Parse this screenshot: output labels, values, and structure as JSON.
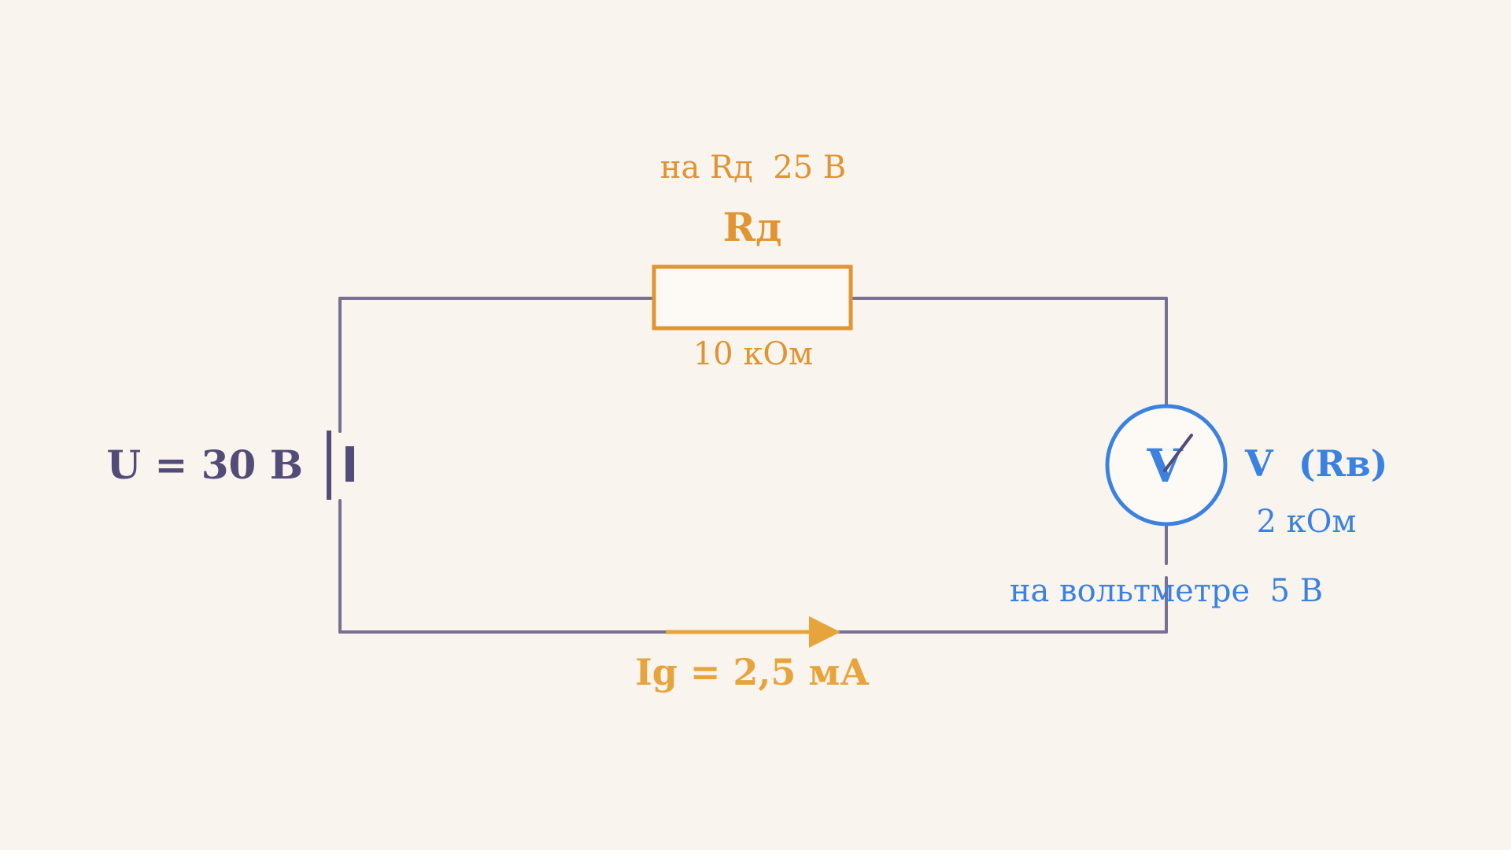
{
  "colors": {
    "background": "#faf4ee",
    "wire": "#767092",
    "battery": "#544c78",
    "resistor": "#e09432",
    "resistor_fill": "#fdf9f4",
    "current": "#e8a43c",
    "voltmeter": "#3b82e0",
    "voltmeter_needle": "#544c78"
  },
  "source": {
    "label": "U = 30 В"
  },
  "resistor": {
    "name": "Rд",
    "voltage_note": "на Rд  25 В",
    "value": "10 кОм"
  },
  "voltmeter": {
    "symbol": "V",
    "name": "V  (Rв)",
    "value": "2 кОм",
    "voltage_note": "на вольтметре  5 В"
  },
  "current": {
    "label": "Ig = 2,5 мА"
  }
}
